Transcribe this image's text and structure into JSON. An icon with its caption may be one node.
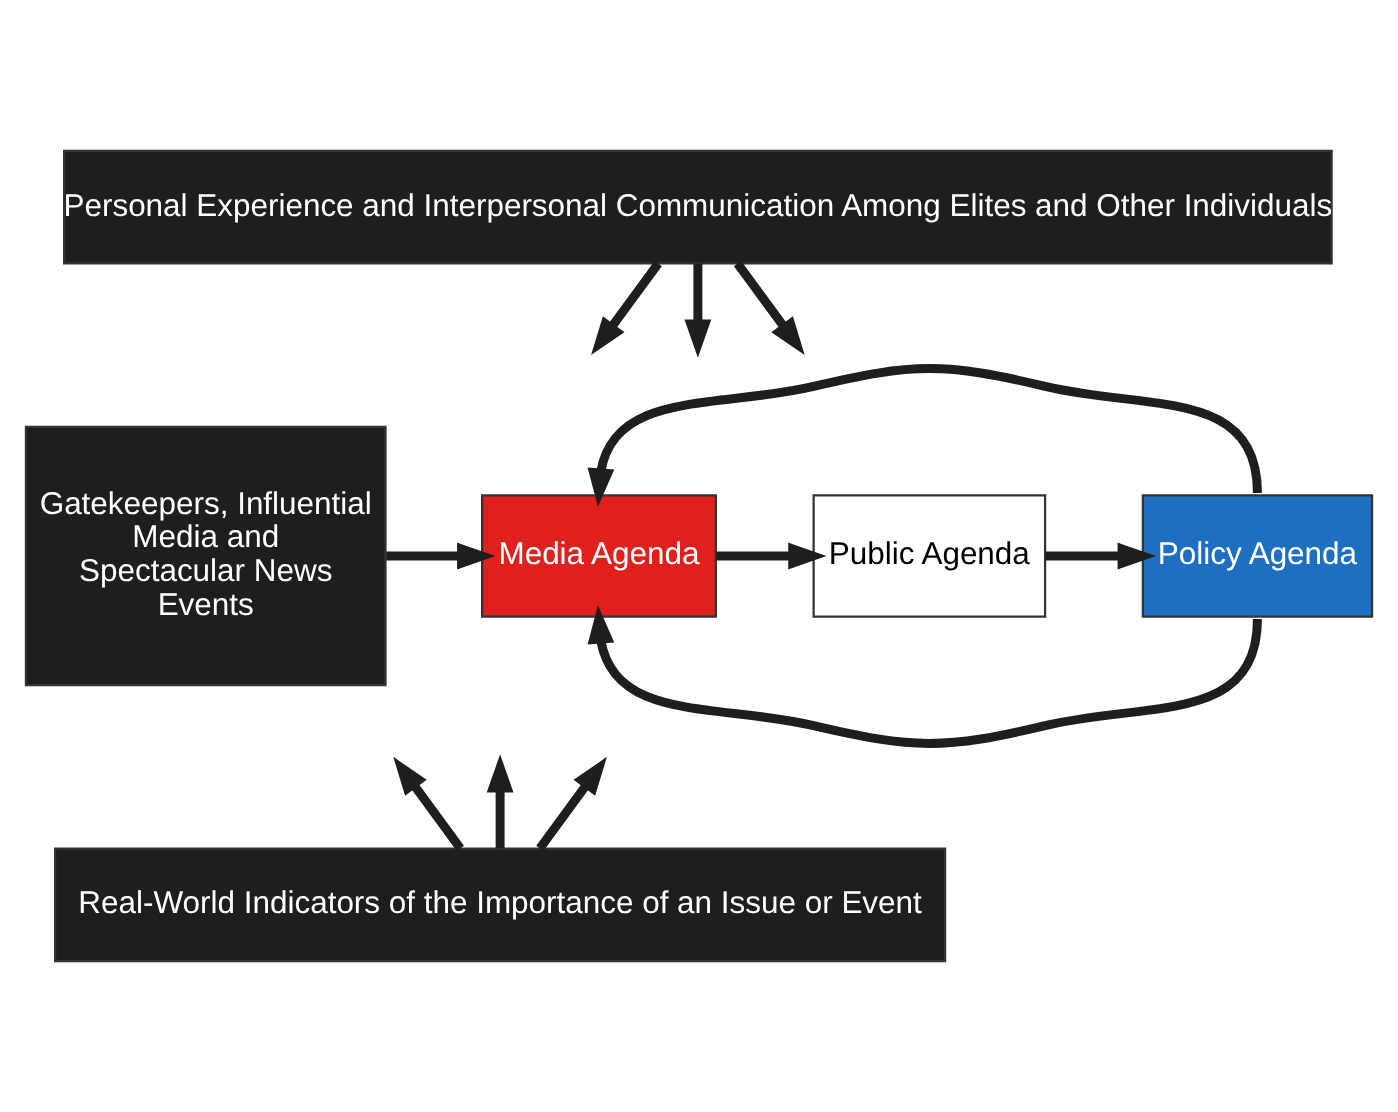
{
  "diagram": {
    "nodes": [
      {
        "text": [
          "Gatekeepers, Influential Media and Spectacular News Events"
        ]
      },
      {
        "text": [
          "Personal Experience and Interpersonal Communication Among Elites and Other Individuals"
        ]
      },
      {
        "text": [
          "Media Agenda"
        ]
      },
      {
        "text": [
          "Public Agenda"
        ]
      },
      {
        "text": [
          "Policy Agenda"
        ]
      },
      {
        "text": [
          "Real-World Indicators of the Importance of an Issue or Event"
        ]
      }
    ],
    "edges": [
      {
        "from": 0,
        "to": 2,
        "arrow": "to"
      },
      {
        "from": 2,
        "to": 3,
        "arrow": "to"
      },
      {
        "from": 3,
        "to": 4,
        "arrow": "to"
      },
      {
        "from": 4,
        "to": 2,
        "arrow": "to"
      },
      {
        "from": 4,
        "to": 2,
        "arrow": "to"
      },
      {
        "from": 1,
        "to": null,
        "arrow": "to"
      },
      {
        "from": 1,
        "to": null,
        "arrow": "to"
      },
      {
        "from": 1,
        "to": null,
        "arrow": "to"
      },
      {
        "from": 5,
        "to": null,
        "arrow": "to"
      },
      {
        "from": 5,
        "to": null,
        "arrow": "to"
      },
      {
        "from": 5,
        "to": null,
        "arrow": "to"
      }
    ]
  }
}
